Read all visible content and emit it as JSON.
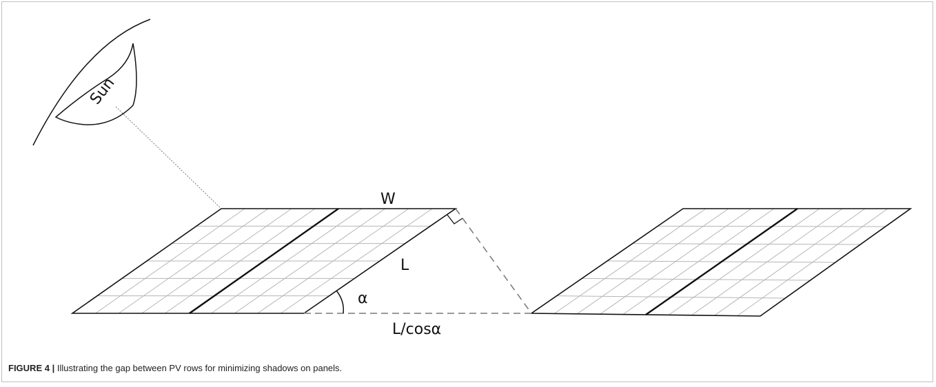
{
  "diagram": {
    "labels": {
      "sun": "Sun",
      "width": "W",
      "length": "L",
      "angle": "α",
      "gap": "L/cosα"
    }
  },
  "caption": {
    "figure_label": "FIGURE 4 |",
    "text": "Illustrating the gap between PV rows for minimizing shadows on panels."
  }
}
